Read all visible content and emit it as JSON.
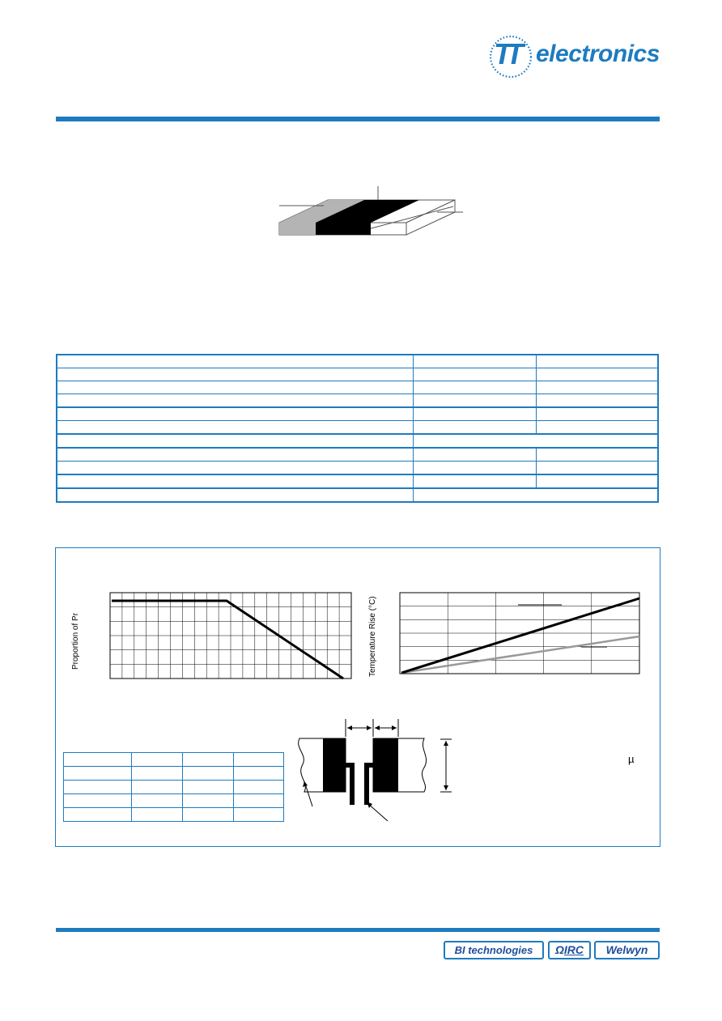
{
  "header": {
    "logo_mark": "TT",
    "logo_text": "electronics",
    "brand_color": "#1e7bc0"
  },
  "spec_table": {
    "rows": 11
  },
  "graphs": {
    "derating": {
      "ylabel": "Proportion of Pr"
    },
    "temperature_rise": {
      "ylabel": "Temperature Rise (°C)"
    }
  },
  "pad_layout": {
    "unit_symbol": "µ"
  },
  "footer": {
    "brands": [
      "BI technologies",
      "IRC",
      "Welwyn"
    ],
    "irc_symbol": "Ω"
  }
}
